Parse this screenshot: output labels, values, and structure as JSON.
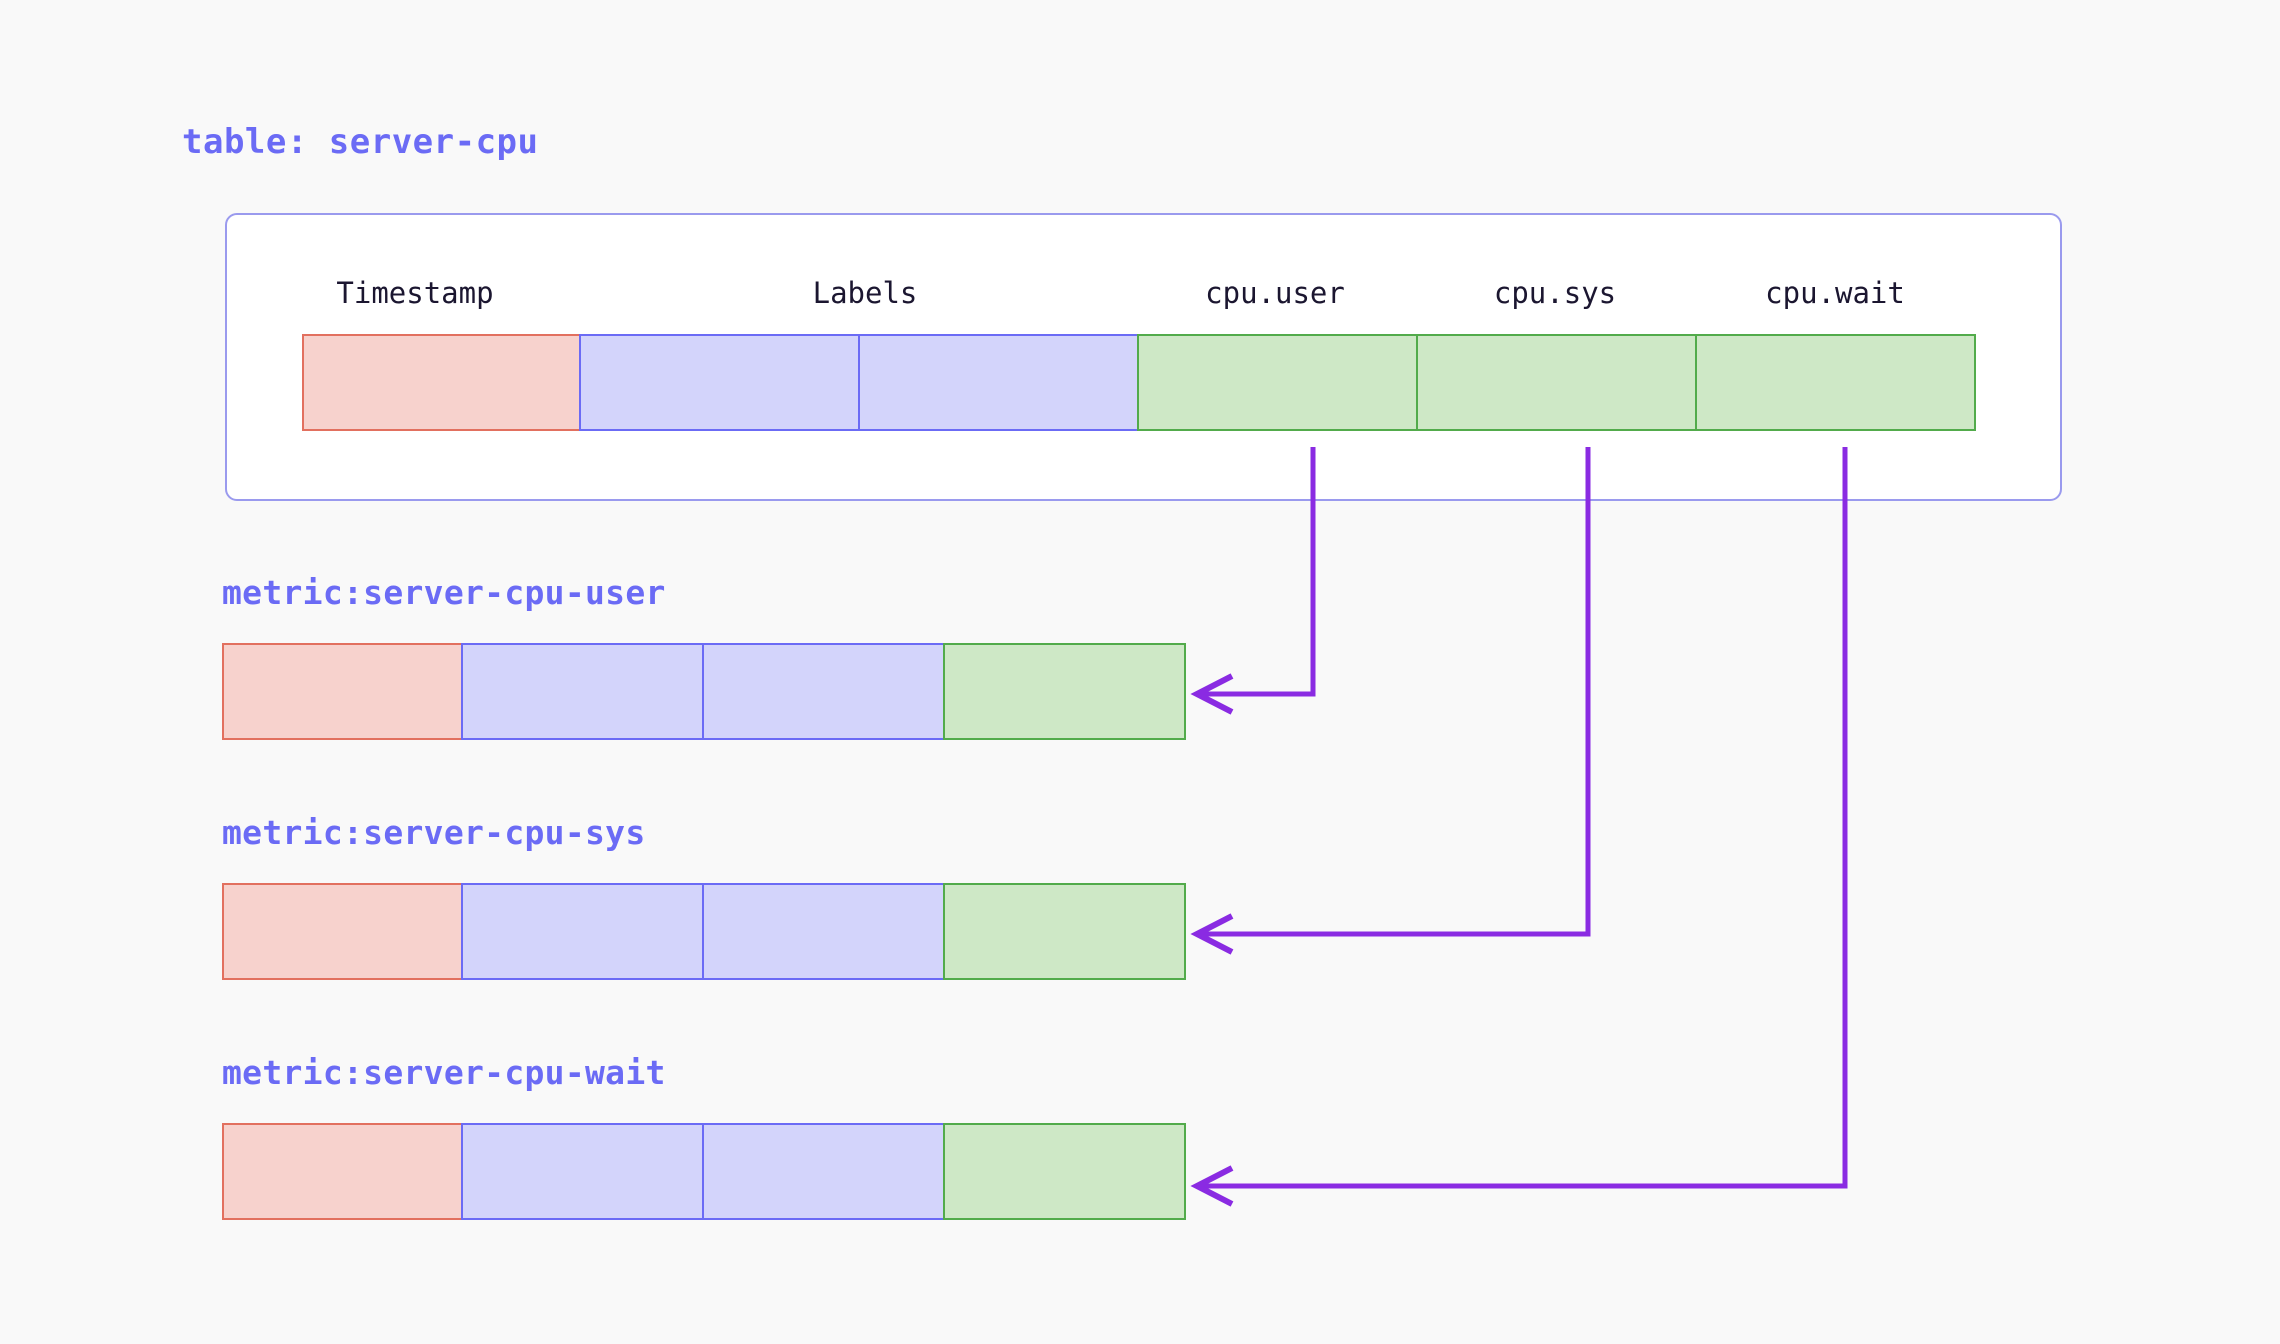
{
  "page": {
    "background": "#f9f9f9",
    "accent_purple": "#6b6bf5",
    "arrow_color": "#8a2be2"
  },
  "table": {
    "title": "table: server-cpu",
    "columns": [
      {
        "label": "Timestamp",
        "kind": "timestamp",
        "color": "pink"
      },
      {
        "label": "Labels",
        "kind": "labels",
        "color": "blue"
      },
      {
        "label": "",
        "kind": "labels",
        "color": "blue"
      },
      {
        "label": "cpu.user",
        "kind": "value",
        "color": "green"
      },
      {
        "label": "cpu.sys",
        "kind": "value",
        "color": "green"
      },
      {
        "label": "cpu.wait",
        "kind": "value",
        "color": "green"
      }
    ],
    "cell_colors": [
      "pink",
      "blue",
      "blue",
      "green",
      "green",
      "green"
    ]
  },
  "metrics": [
    {
      "title": "metric:server-cpu-user",
      "source_column": "cpu.user",
      "cell_colors": [
        "pink",
        "blue",
        "blue",
        "green"
      ]
    },
    {
      "title": "metric:server-cpu-sys",
      "source_column": "cpu.sys",
      "cell_colors": [
        "pink",
        "blue",
        "blue",
        "green"
      ]
    },
    {
      "title": "metric:server-cpu-wait",
      "source_column": "cpu.wait",
      "cell_colors": [
        "pink",
        "blue",
        "blue",
        "green"
      ]
    }
  ],
  "arrows": [
    {
      "from": "cpu.user",
      "to": "metric:server-cpu-user"
    },
    {
      "from": "cpu.sys",
      "to": "metric:server-cpu-sys"
    },
    {
      "from": "cpu.wait",
      "to": "metric:server-cpu-wait"
    }
  ]
}
